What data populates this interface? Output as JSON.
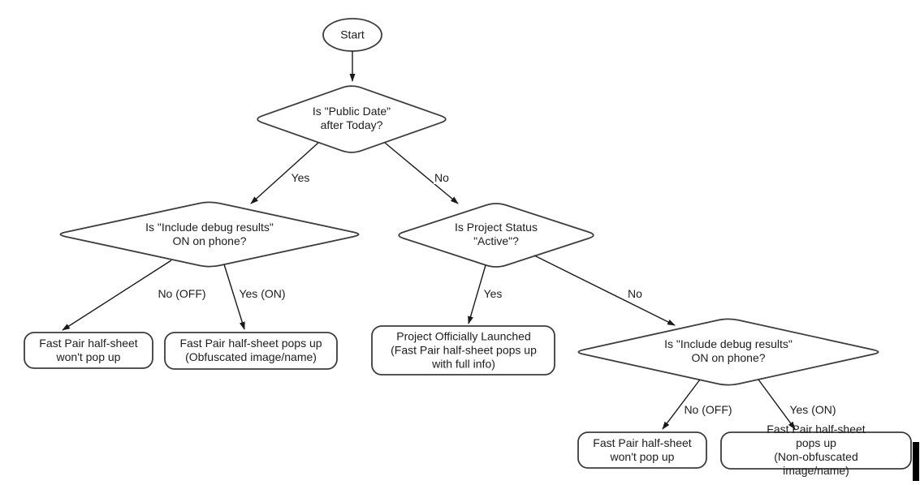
{
  "nodes": {
    "start": {
      "label": "Start"
    },
    "public_date": {
      "label": "Is \"Public Date\"\nafter Today?"
    },
    "debug_left": {
      "label": "Is \"Include debug results\"\nON on phone?"
    },
    "project_status": {
      "label": "Is Project Status\n\"Active\"?"
    },
    "debug_right": {
      "label": "Is \"Include debug results\"\nON on phone?"
    },
    "no_popup_left": {
      "label": "Fast Pair half-sheet\nwon't pop up"
    },
    "obfuscated": {
      "label": "Fast Pair half-sheet pops up\n(Obfuscated image/name)"
    },
    "launched": {
      "label": "Project Officially Launched\n(Fast Pair half-sheet pops up\nwith full info)"
    },
    "no_popup_right": {
      "label": "Fast Pair half-sheet\nwon't pop up"
    },
    "non_obfuscated": {
      "label": "Fast Pair half-sheet pops up\n(Non-obfuscated image/name)"
    }
  },
  "edges": {
    "public_yes": {
      "label": "Yes"
    },
    "public_no": {
      "label": "No"
    },
    "debug_left_no": {
      "label": "No (OFF)"
    },
    "debug_left_yes": {
      "label": "Yes (ON)"
    },
    "status_yes": {
      "label": "Yes"
    },
    "status_no": {
      "label": "No"
    },
    "debug_right_no": {
      "label": "No (OFF)"
    },
    "debug_right_yes": {
      "label": "Yes (ON)"
    }
  },
  "colors": {
    "background": "#ffffff",
    "shape_fill": "#ffffff",
    "shape_stroke": "#3c3c3c",
    "text": "#1c1c1c",
    "arrow": "#1a1a1a",
    "cursor_bar": "#000000"
  }
}
